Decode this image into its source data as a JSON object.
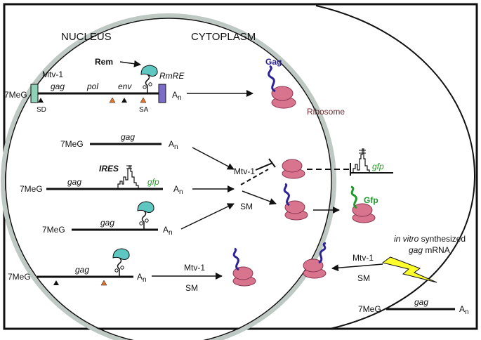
{
  "compartments": {
    "nucleus": "NUCLEUS",
    "cytoplasm": "CYTOPLASM"
  },
  "mrna1": {
    "cap": "7MeG",
    "element": "Mtv-1",
    "genes": [
      "gag",
      "pol",
      "env"
    ],
    "splice_donor": "SD",
    "splice_acceptor": "SA",
    "rem": "Rem",
    "rmre": "RmRE",
    "poly_a": "A",
    "poly_a_sub": "n"
  },
  "mrna2": {
    "cap": "7MeG",
    "gene": "gag",
    "poly_a": "A",
    "poly_a_sub": "n"
  },
  "mrna3": {
    "cap": "7MeG",
    "gene": "gag",
    "ires": "IRES",
    "reporter": "gfp",
    "poly_a": "A",
    "poly_a_sub": "n"
  },
  "mrna4": {
    "cap": "7MeG",
    "gene": "gag",
    "poly_a": "A",
    "poly_a_sub": "n"
  },
  "mrna5": {
    "cap": "7MeG",
    "gene": "gag",
    "poly_a": "A",
    "poly_a_sub": "n"
  },
  "mrna6": {
    "cap": "7MeG",
    "gene": "gag",
    "poly_a": "A",
    "poly_a_sub": "n"
  },
  "products": {
    "gag": "Gag",
    "ribosome": "Ribosome",
    "gfp_protein": "Gfp",
    "gfp_gene": "gfp"
  },
  "conditions": {
    "mtv1_upper": "Mtv-1",
    "sm_upper": "SM",
    "mtv1_lower": "Mtv-1",
    "sm_lower": "SM",
    "mtv1_right": "Mtv-1",
    "sm_right": "SM"
  },
  "in_vitro": {
    "line1_a": "in vitro",
    "line1_b": " synthesized",
    "line2_a": "gag",
    "line2_b": " mRNA"
  },
  "colors": {
    "ribosome": "#d9748f",
    "ribosome_stroke": "#8a3550",
    "gag_protein": "#2e2396",
    "gfp_protein": "#1f9a2a",
    "gfp_text": "#2a9a2a",
    "rem": "#5fc7c2",
    "cap_box": "#8fd0b8",
    "rmre_box": "#7b6cc9",
    "marker_orange": "#e0752c",
    "lightning": "#ffff2b",
    "nucleus_ring": "#bfc9c4"
  }
}
